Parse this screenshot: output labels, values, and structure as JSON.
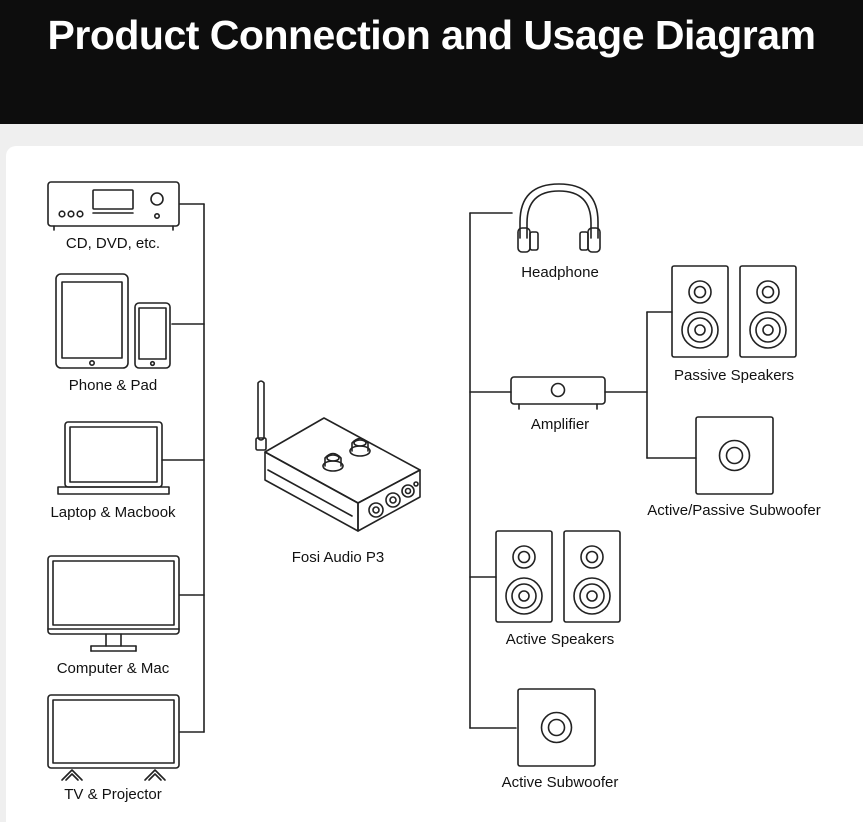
{
  "header": {
    "title": "Product Connection and Usage Diagram"
  },
  "sources": [
    {
      "label": "CD, DVD, etc.",
      "icon": "cd-dvd-player-icon"
    },
    {
      "label": "Phone & Pad",
      "icon": "phone-tablet-icon"
    },
    {
      "label": "Laptop & Macbook",
      "icon": "laptop-icon"
    },
    {
      "label": "Computer & Mac",
      "icon": "monitor-icon"
    },
    {
      "label": "TV & Projector",
      "icon": "tv-icon"
    }
  ],
  "device": {
    "label": "Fosi Audio P3",
    "icon": "fosi-audio-p3-amplifier-icon"
  },
  "outputs": [
    {
      "label": "Headphone",
      "icon": "headphone-icon"
    },
    {
      "label": "Amplifier",
      "icon": "amplifier-icon"
    },
    {
      "label": "Passive Speakers",
      "icon": "passive-speakers-icon"
    },
    {
      "label": "Active/Passive Subwoofer",
      "icon": "subwoofer-icon"
    },
    {
      "label": "Active Speakers",
      "icon": "active-speakers-icon"
    },
    {
      "label": "Active Subwoofer",
      "icon": "active-subwoofer-icon"
    }
  ],
  "colors": {
    "header_bg": "#0d0d0d",
    "page_bg": "#efefef",
    "panel_bg": "#ffffff",
    "line": "#222222"
  }
}
